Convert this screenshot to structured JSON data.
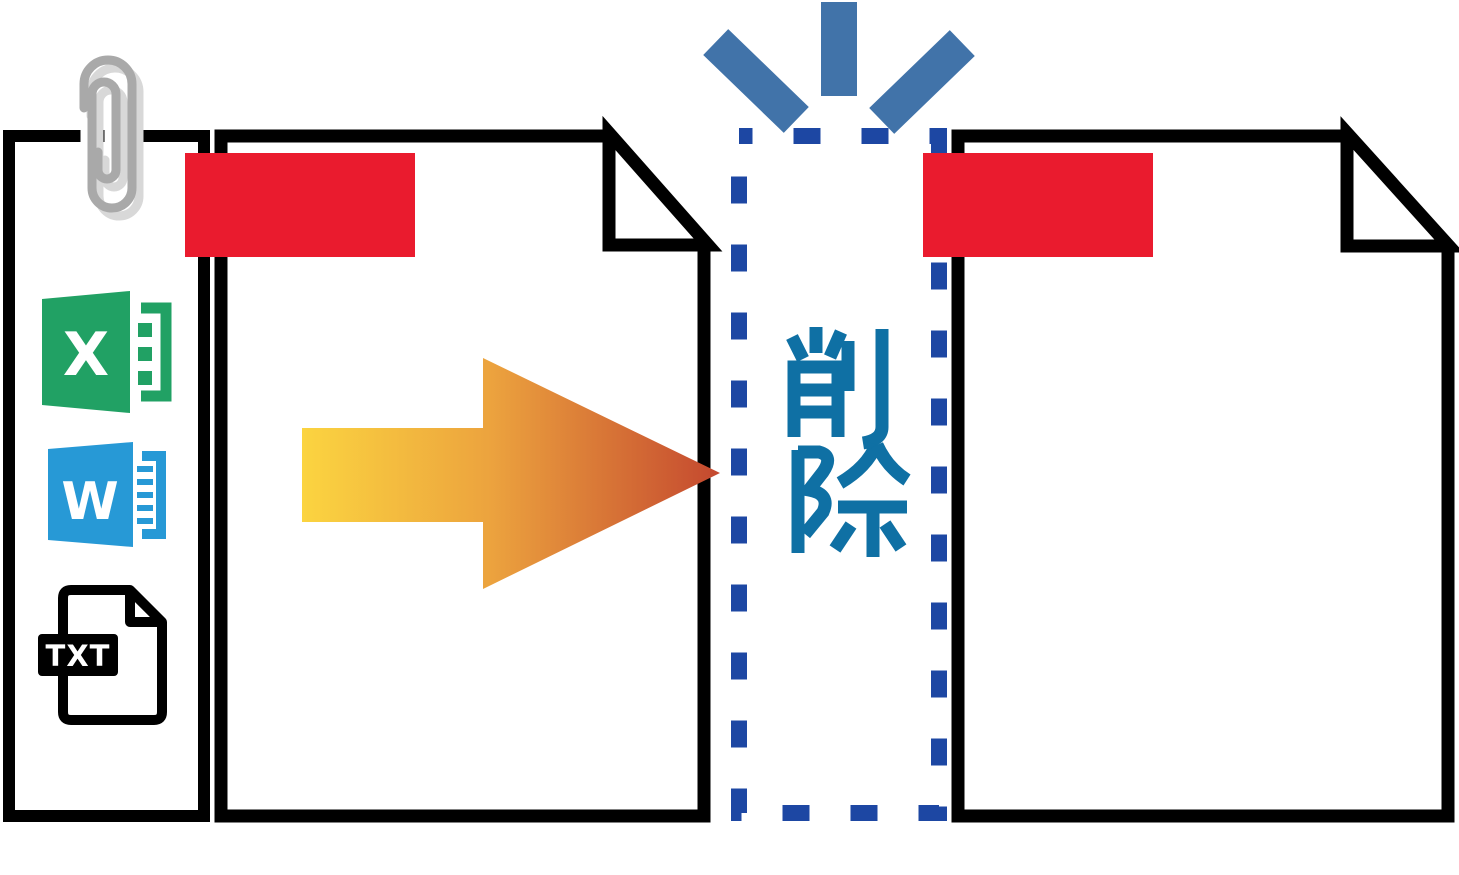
{
  "illustration": {
    "background_color": "#FFFFFF",
    "outline_color": "#000000"
  },
  "attachments_panel": {
    "paperclip_icon_color": "#A9A9A9",
    "paperclip_shadow_color": "#D8D8D8",
    "file_icons": [
      {
        "type": "excel",
        "letter": "X",
        "color": "#21A164"
      },
      {
        "type": "word",
        "letter": "W",
        "color": "#2799D6"
      },
      {
        "type": "text",
        "label": "TXT",
        "color": "#000000"
      }
    ]
  },
  "source_document": {
    "redaction_bar_color": "#EA1B2E"
  },
  "conversion_arrow": {
    "gradient_start": "#FBD440",
    "gradient_mid": "#ECA33E",
    "gradient_end": "#C4482F"
  },
  "deleted_attachment_slot": {
    "label": "削除",
    "label_color": "#0F70A4",
    "dashed_border_color": "#1D47A3",
    "emphasis_marks_color": "#4173A9",
    "emphasis_marks_count": "3"
  },
  "result_document": {
    "redaction_bar_color": "#EA1B2E"
  }
}
